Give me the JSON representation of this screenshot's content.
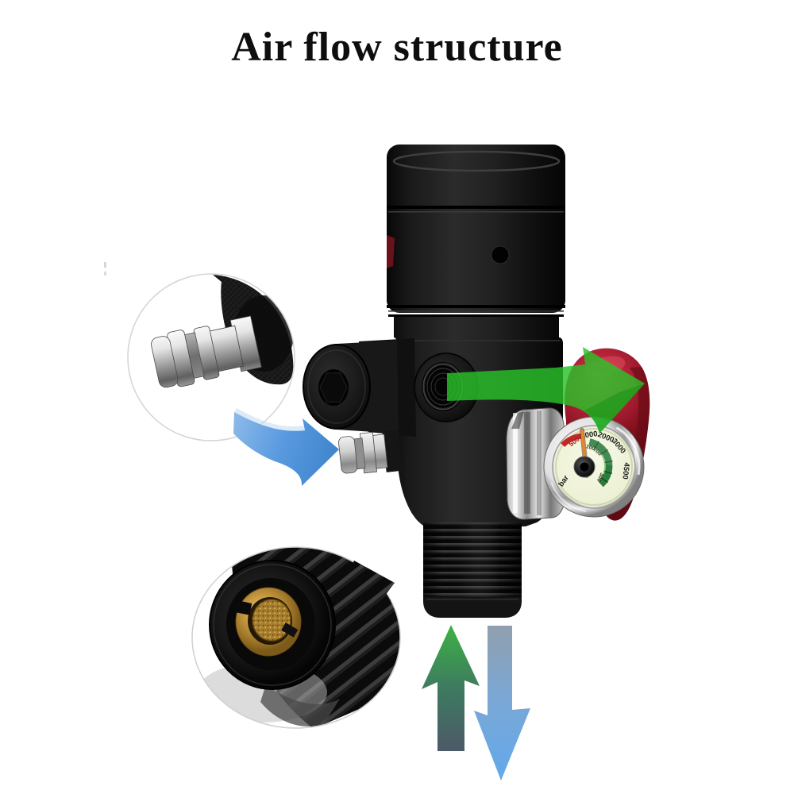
{
  "title": "Air flow structure",
  "gauge": {
    "unit_label": "bar",
    "psi_labels": [
      "500",
      "1000",
      "2000",
      "3000",
      "4500"
    ],
    "bar_labels": [
      "100",
      "200",
      "300"
    ]
  },
  "colors": {
    "background": "#ffffff",
    "flow_out_green": "#2ac22a",
    "flow_in_blue": "#4f94dc",
    "knob_red": "#a31a2a",
    "gauge_face": "#eef2d8",
    "gauge_green_arc": "#2a7d3c",
    "gauge_red_arc": "#c22828",
    "needle_orange": "#e8862a"
  }
}
